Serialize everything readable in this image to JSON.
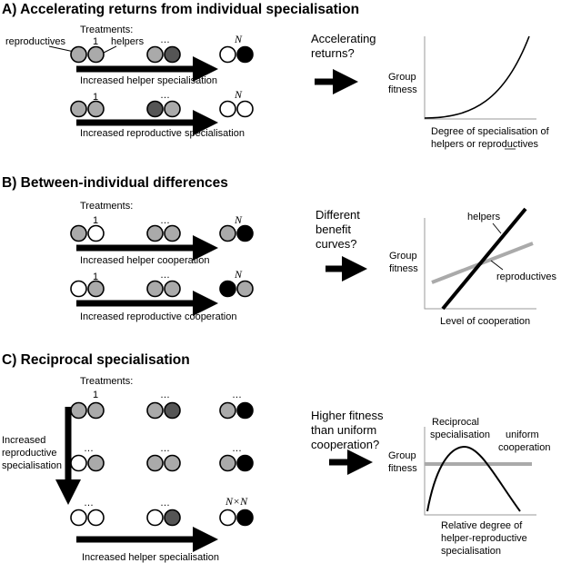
{
  "colors": {
    "dark": "#555555",
    "light": "#aaaaaa",
    "white": "#ffffff",
    "black": "#000000",
    "curve_black": "#000000",
    "curve_grey": "#aaaaaa"
  },
  "panel_a": {
    "heading": "A) Accelerating returns from individual specialisation",
    "treatments_label": "Treatments:",
    "reproductives_label": "reproductives",
    "helpers_label": "helpers",
    "index_first": "1",
    "index_mid": "…",
    "index_last": "N",
    "arrow1_label": "Increased helper specialisation",
    "arrow2_label": "Increased reproductive specialisation",
    "question_line1": "Accelerating",
    "question_line2": "returns?",
    "graph_ylabel_line1": "Group",
    "graph_ylabel_line2": "fitness",
    "graph_xlabel_line1": "Degree of specialisation of",
    "graph_xlabel_line2": "helpers or reproductives",
    "row1": [
      [
        "light",
        "light"
      ],
      [
        "light",
        "dark"
      ],
      [
        "white",
        "black"
      ]
    ],
    "row2": [
      [
        "light",
        "light"
      ],
      [
        "dark",
        "light"
      ],
      [
        "white",
        "white"
      ]
    ]
  },
  "panel_b": {
    "heading": "B) Between-individual differences",
    "treatments_label": "Treatments:",
    "index_first": "1",
    "index_mid": "…",
    "index_last": "N",
    "arrow1_label": "Increased helper cooperation",
    "arrow2_label": "Increased reproductive cooperation",
    "question_line1": "Different",
    "question_line2": "benefit",
    "question_line3": "curves?",
    "graph_ylabel_line1": "Group",
    "graph_ylabel_line2": "fitness",
    "graph_xlabel": "Level of cooperation",
    "helpers_label": "helpers",
    "reproductives_label": "reproductives",
    "row1": [
      [
        "light",
        "white"
      ],
      [
        "light",
        "light"
      ],
      [
        "light",
        "black"
      ]
    ],
    "row2": [
      [
        "white",
        "light"
      ],
      [
        "light",
        "light"
      ],
      [
        "black",
        "light"
      ]
    ]
  },
  "panel_c": {
    "heading": "C) Reciprocal specialisation",
    "treatments_label": "Treatments:",
    "index_first": "1",
    "index_mid": "…",
    "index_last": "N×N",
    "vertical_label_line1": "Increased",
    "vertical_label_line2": "reproductive",
    "vertical_label_line3": "specialisation",
    "horizontal_label": "Increased helper specialisation",
    "question_line1": "Higher fitness",
    "question_line2": "than uniform",
    "question_line3": "cooperation?",
    "graph_ylabel_line1": "Group",
    "graph_ylabel_line2": "fitness",
    "curve_label_line1": "Reciprocal",
    "curve_label_line2": "specialisation",
    "uniform_label_line1": "uniform",
    "uniform_label_line2": "cooperation",
    "graph_xlabel_line1": "Relative degree of",
    "graph_xlabel_line2": "helper-reproductive",
    "graph_xlabel_line3": "specialisation",
    "row1": [
      [
        "light",
        "light"
      ],
      [
        "light",
        "dark"
      ],
      [
        "light",
        "black"
      ]
    ],
    "row2": [
      [
        "white",
        "light"
      ],
      [
        "light",
        "light"
      ],
      [
        "light",
        "black"
      ]
    ],
    "row3": [
      [
        "white",
        "white"
      ],
      [
        "white",
        "dark"
      ],
      [
        "white",
        "black"
      ]
    ]
  }
}
